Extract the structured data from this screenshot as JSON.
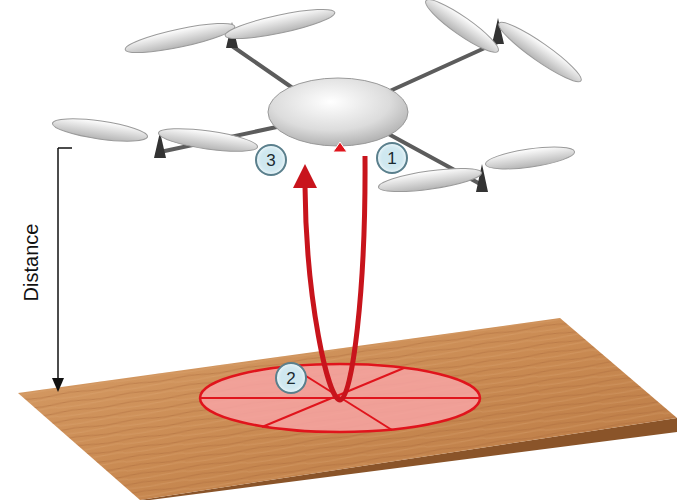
{
  "diagram": {
    "nodes": [
      {
        "text": [
          "1"
        ]
      },
      {
        "text": [
          "2"
        ]
      },
      {
        "text": [
          "3"
        ]
      }
    ],
    "edges": [],
    "labels": [
      "Distance"
    ]
  }
}
